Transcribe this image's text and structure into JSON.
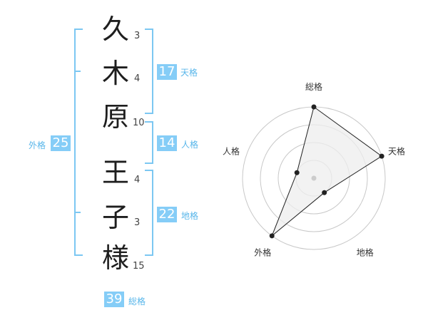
{
  "name": {
    "characters": [
      {
        "char": "久",
        "strokes": "3"
      },
      {
        "char": "木",
        "strokes": "4"
      },
      {
        "char": "原",
        "strokes": "10"
      },
      {
        "char": "王",
        "strokes": "4"
      },
      {
        "char": "子",
        "strokes": "3"
      },
      {
        "char": "様",
        "strokes": "15"
      }
    ]
  },
  "scores": {
    "tenkaku": {
      "value": "17",
      "label": "天格"
    },
    "jinkaku": {
      "value": "14",
      "label": "人格"
    },
    "chikaku": {
      "value": "22",
      "label": "地格"
    },
    "gaikaku": {
      "value": "25",
      "label": "外格"
    },
    "soukaku": {
      "value": "39",
      "label": "総格"
    }
  },
  "chart_data": {
    "type": "radar",
    "axes": [
      "総格",
      "天格",
      "地格",
      "外格",
      "人格"
    ],
    "values": [
      4,
      4,
      1,
      4,
      1
    ],
    "rmax": 4,
    "rings": 4,
    "colors": {
      "grid": "#c8c8c8",
      "fill": "#eeeeee",
      "line": "#222222",
      "point": "#222222",
      "center": "#cccccc"
    }
  },
  "colors": {
    "accent": "#85cdf7",
    "bracket": "#7cc7f2",
    "accent_text": "#58b6ea"
  }
}
